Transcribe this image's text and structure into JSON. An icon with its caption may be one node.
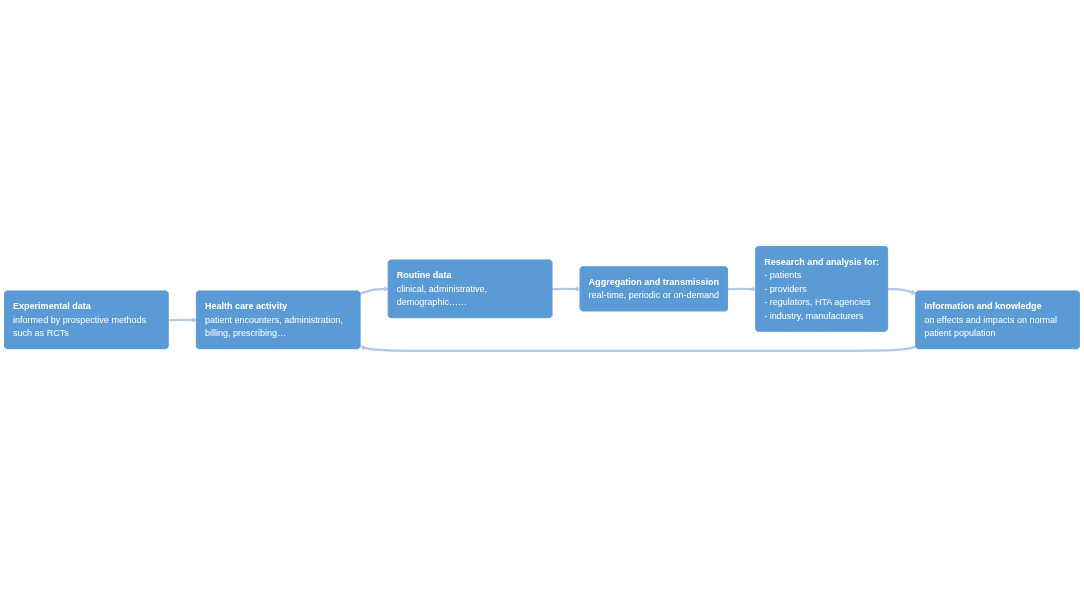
{
  "diagram": {
    "nodes": [
      {
        "text": [
          "Experimental data",
          "informed by prospective methods such as RCTs"
        ]
      },
      {
        "text": [
          "Health care activity",
          "patient encounters, administration, billing, prescribing…"
        ]
      },
      {
        "text": [
          "Routine data",
          "clinical, administrative, demographic……"
        ]
      },
      {
        "text": [
          "Aggregation and transmission",
          "real-time, periodic or on-demand"
        ]
      },
      {
        "text": [
          "Research and analysis for:",
          "- patients",
          "- providers",
          "- regulators, HTA agencies",
          "- industry, manufacturers"
        ]
      },
      {
        "text": [
          "Information and knowledge",
          "on effects and impacts on normal patient population"
        ]
      }
    ],
    "edges": [
      {
        "from": 0,
        "to": 1,
        "arrow": "to"
      },
      {
        "from": 1,
        "to": 2,
        "arrow": "to"
      },
      {
        "from": 2,
        "to": 3,
        "arrow": "to"
      },
      {
        "from": 3,
        "to": 4,
        "arrow": "to"
      },
      {
        "from": 4,
        "to": 5,
        "arrow": "to"
      },
      {
        "from": 5,
        "to": 1,
        "arrow": "to"
      }
    ]
  }
}
